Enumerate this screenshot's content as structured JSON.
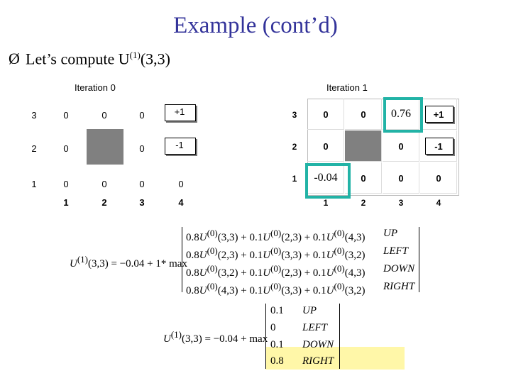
{
  "title": "Example (cont’d)",
  "bullet": {
    "arrow": "Ø",
    "text_prefix": "Let’s compute U",
    "superscript": "(1)",
    "text_suffix": "(3,3)"
  },
  "iteration0": {
    "label": "Iteration 0",
    "row_labels": [
      "3",
      "2",
      "1"
    ],
    "col_labels": [
      "1",
      "2",
      "3",
      "4"
    ],
    "rows": [
      [
        "0",
        "0",
        "0",
        "+1"
      ],
      [
        "0",
        "",
        "0",
        "-1"
      ],
      [
        "0",
        "0",
        "0",
        "0"
      ]
    ]
  },
  "iteration1": {
    "label": "Iteration 1",
    "row_labels": [
      "3",
      "2",
      "1"
    ],
    "col_labels": [
      "1",
      "2",
      "3",
      "4"
    ],
    "rows": [
      [
        "0",
        "0",
        "0.76",
        "+1"
      ],
      [
        "0",
        "",
        "0",
        "-1"
      ],
      [
        "-0.04",
        "0",
        "0",
        "0"
      ]
    ]
  },
  "equation1": {
    "lhs": "U(1)(3,3) = −0.04 + 1 * max",
    "terms": [
      "0.8U(0)(3,3) + 0.1U(0)(2,3) + 0.1U(0)(4,3)",
      "0.8U(0)(2,3) + 0.1U(0)(3,3) + 0.1U(0)(3,2)",
      "0.8U(0)(3,2) + 0.1U(0)(2,3) + 0.1U(0)(4,3)",
      "0.8U(0)(4,3) + 0.1U(0)(3,3) + 0.1U(0)(3,2)"
    ],
    "actions": [
      "UP",
      "LEFT",
      "DOWN",
      "RIGHT"
    ]
  },
  "equation2": {
    "lhs": "U(1)(3,3) = −0.04 + max",
    "values": [
      "0.1",
      "0",
      "0.1",
      "0.8"
    ],
    "actions": [
      "UP",
      "LEFT",
      "DOWN",
      "RIGHT"
    ]
  },
  "colors": {
    "title": "#33339a",
    "highlight": "#22b3a6",
    "wall": "#808080",
    "max_row_bg": "#fff7a8"
  }
}
